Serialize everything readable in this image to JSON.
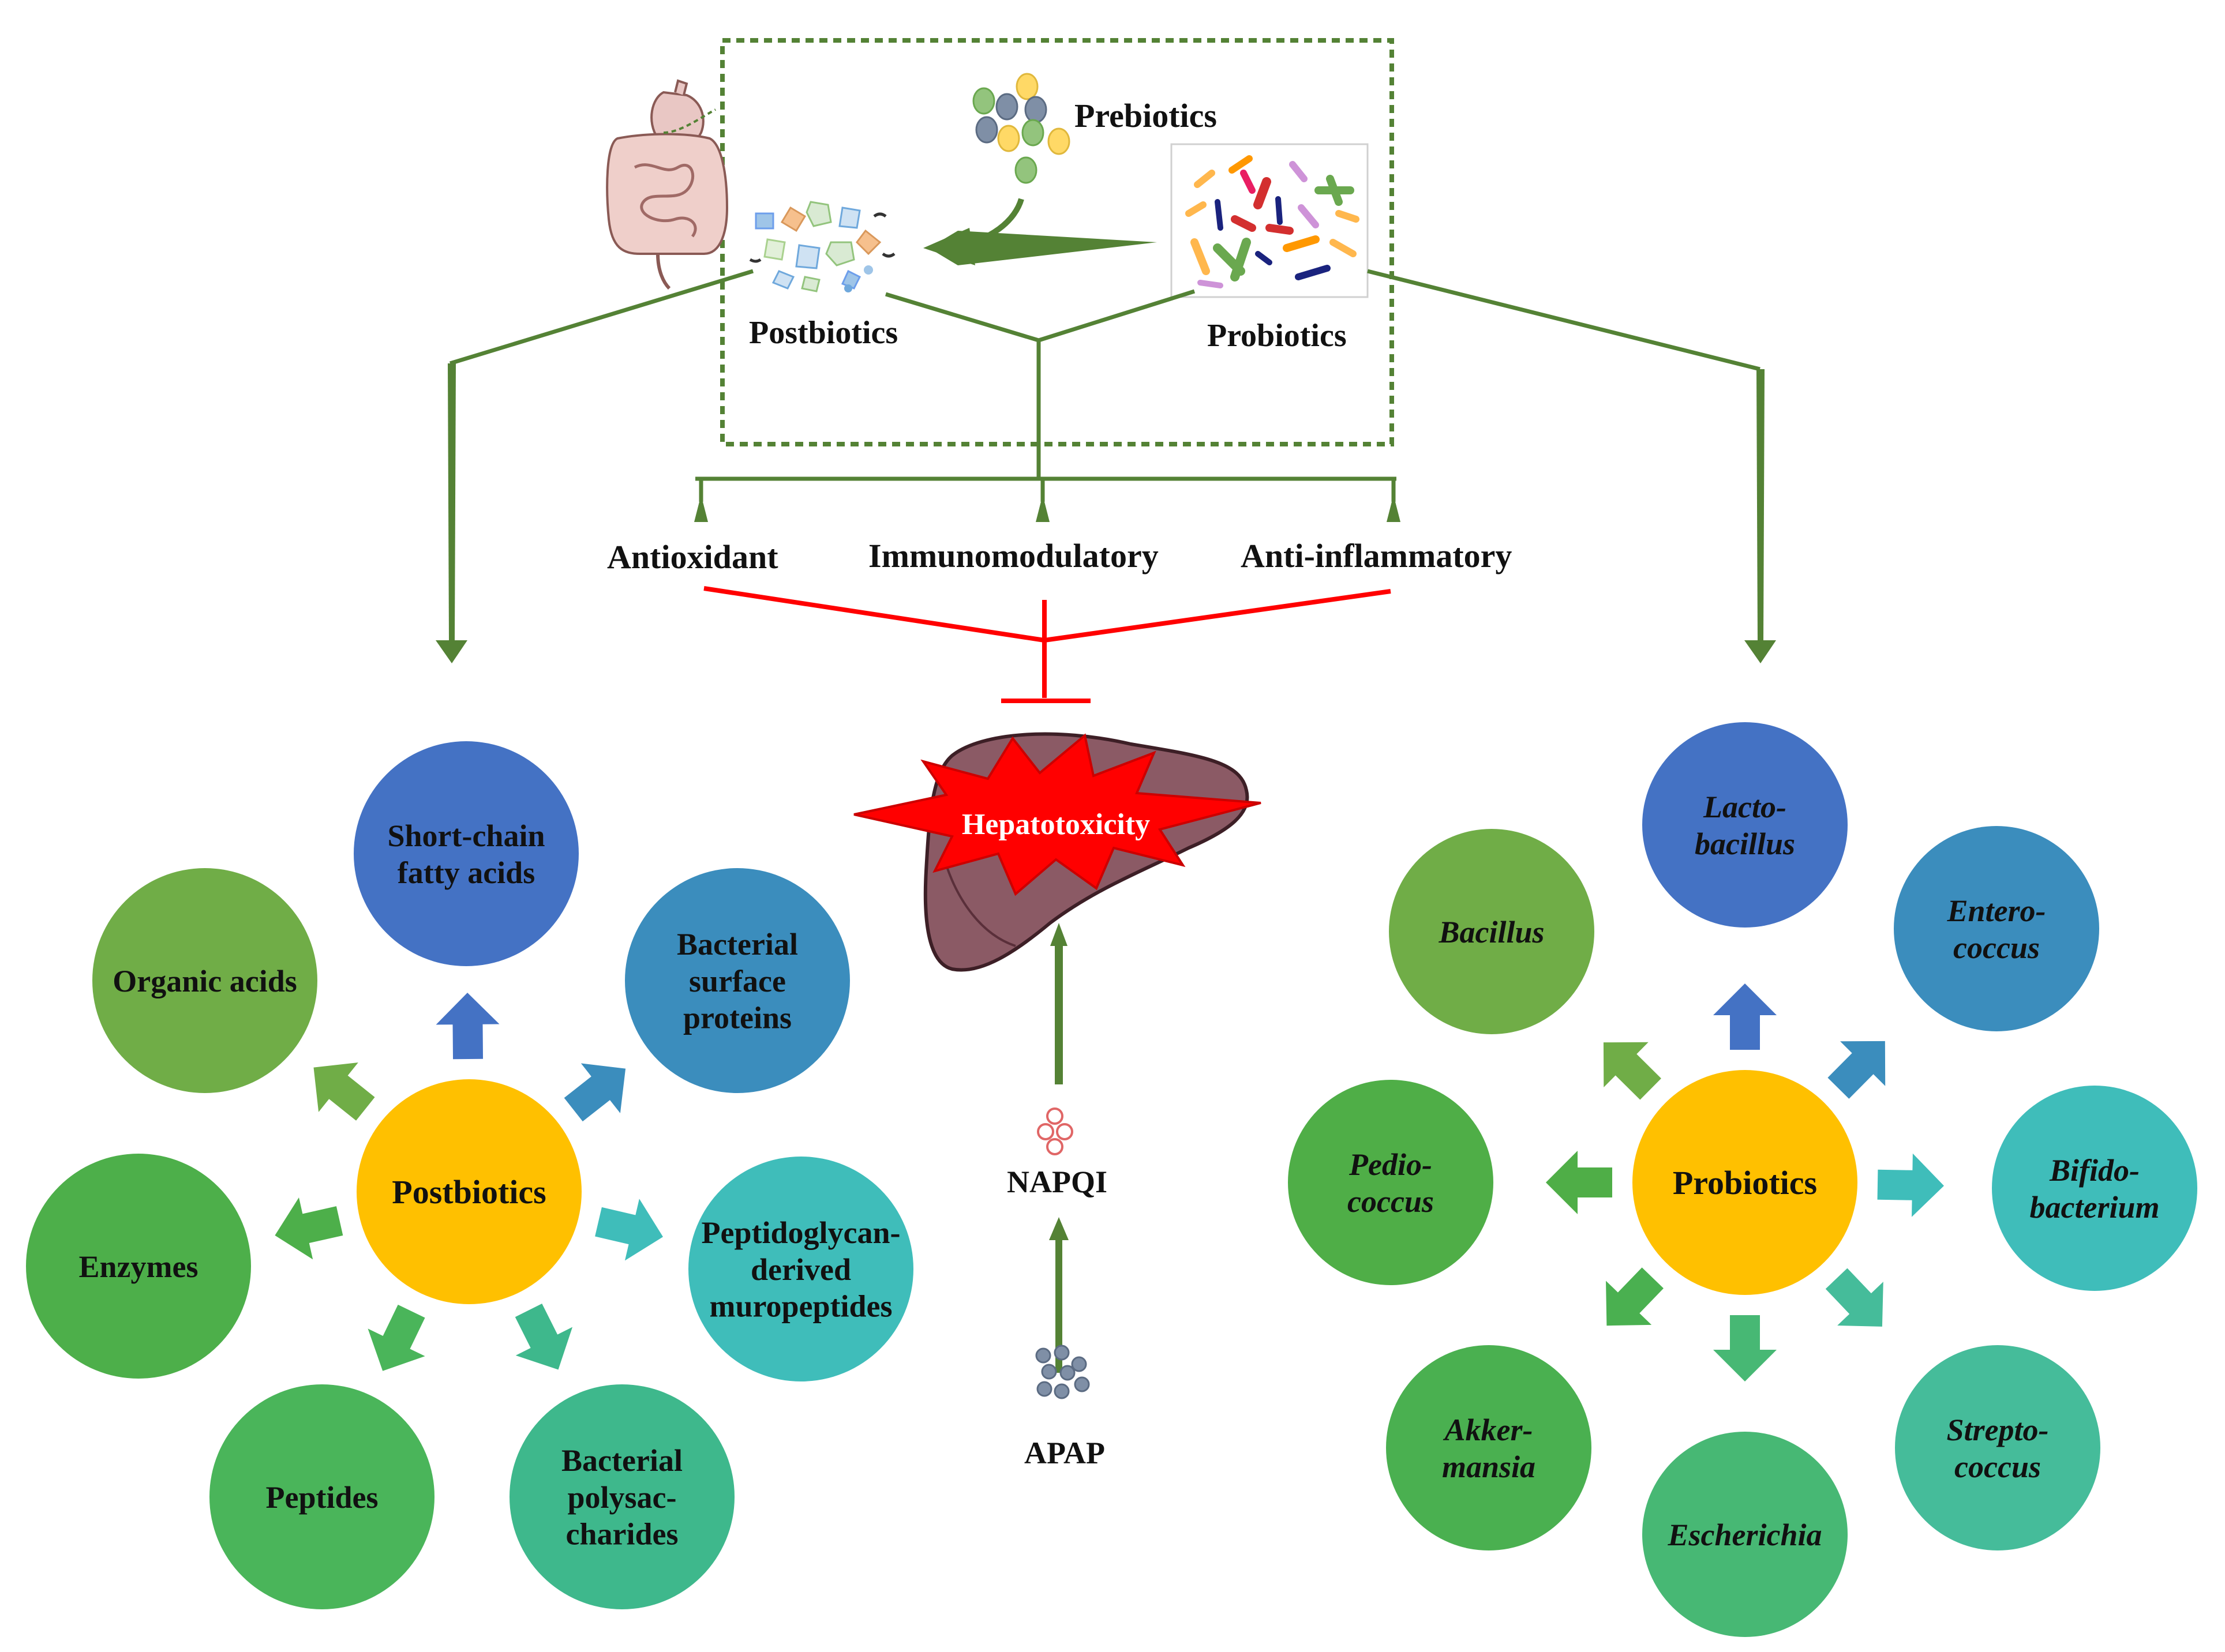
{
  "labels": {
    "prebiotics": "Prebiotics",
    "postbiotics_top": "Postbiotics",
    "probiotics_top": "Probiotics",
    "antioxidant": "Antioxidant",
    "immunomodulatory": "Immunomodulatory",
    "anti_inflammatory": "Anti-inflammatory",
    "hepatotoxicity": "Hepatotoxicity",
    "napqi": "NAPQI",
    "apap": "APAP"
  },
  "postbiotics_cluster": {
    "center": "Postbiotics",
    "nodes": [
      {
        "lines": [
          "Short-chain",
          "fatty acids"
        ],
        "color": "#4472C4"
      },
      {
        "lines": [
          "Bacterial",
          "surface",
          "proteins"
        ],
        "color": "#3B8DBD"
      },
      {
        "lines": [
          "Peptidoglycan-",
          "derived",
          "muropeptides"
        ],
        "color": "#3FBDBA"
      },
      {
        "lines": [
          "Bacterial",
          "polysac-",
          "charides"
        ],
        "color": "#3EB88C"
      },
      {
        "lines": [
          "Peptides"
        ],
        "color": "#4AB55A"
      },
      {
        "lines": [
          "Enzymes"
        ],
        "color": "#4DAF4A"
      },
      {
        "lines": [
          "Organic acids"
        ],
        "color": "#70AD47"
      }
    ]
  },
  "probiotics_cluster": {
    "center": "Probiotics",
    "nodes": [
      {
        "lines": [
          "Lacto-",
          "bacillus"
        ],
        "color": "#4472C4"
      },
      {
        "lines": [
          "Entero-",
          "coccus"
        ],
        "color": "#3B8DBD"
      },
      {
        "lines": [
          "Bifido-",
          "bacterium"
        ],
        "color": "#3FBDBA"
      },
      {
        "lines": [
          "Strepto-",
          "coccus"
        ],
        "color": "#45BC9A"
      },
      {
        "lines": [
          "Escherichia"
        ],
        "color": "#47B874"
      },
      {
        "lines": [
          "Akker-",
          "mansia"
        ],
        "color": "#4AB050"
      },
      {
        "lines": [
          "Pedio-",
          "coccus"
        ],
        "color": "#4FAE47"
      },
      {
        "lines": [
          "Bacillus"
        ],
        "color": "#70AD47"
      }
    ]
  },
  "colors": {
    "center": "#FFC000",
    "arrow_green": "#548235",
    "inhibit_red": "#FF0000",
    "dotted_box": "#548235",
    "burst_red": "#FF0000",
    "liver": "#8B5A65"
  }
}
